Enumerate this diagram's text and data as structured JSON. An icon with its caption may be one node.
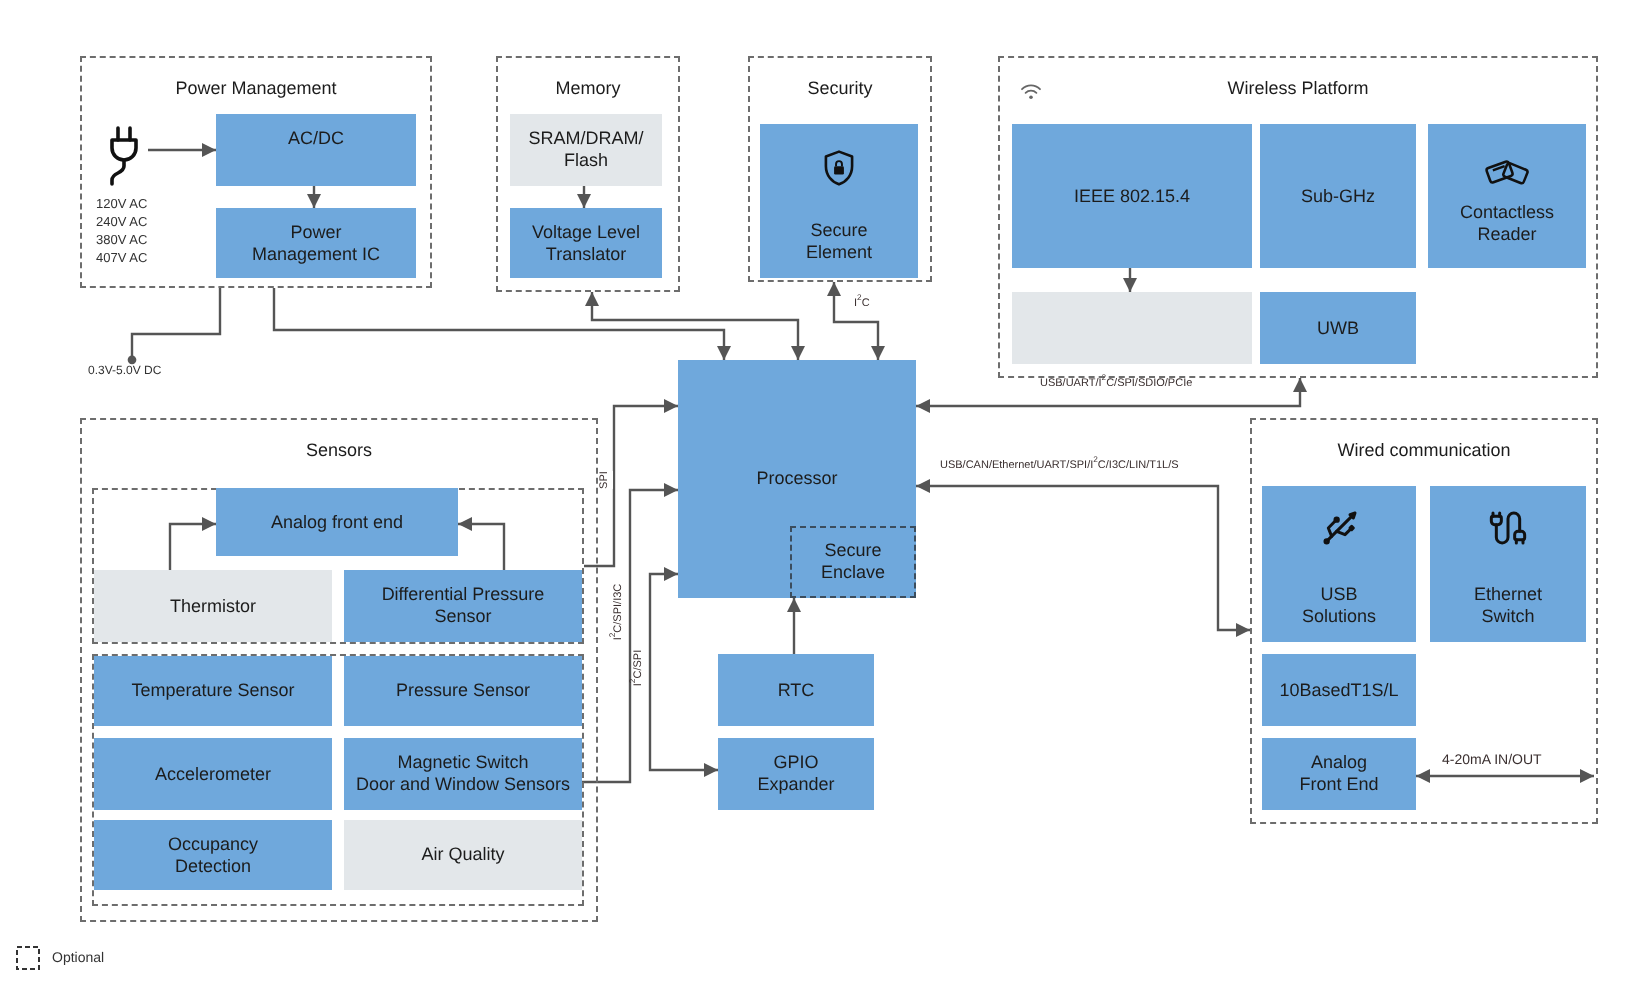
{
  "diagram": {
    "nodes": [
      {
        "text": [
          "Power Management"
        ]
      },
      {
        "text": [],
        "shape": "picture",
        "in": 0,
        "beside": [
          "120V AC",
          "240V AC",
          "380V AC",
          "407V AC"
        ]
      },
      {
        "text": [
          "AC/DC"
        ],
        "in": 0
      },
      {
        "text": [
          "Power Management IC"
        ],
        "in": 0
      },
      {
        "text": [
          "Memory"
        ]
      },
      {
        "text": [
          "SRAM/DRAM/ Flash"
        ],
        "in": 4
      },
      {
        "text": [
          "Voltage Level Translator"
        ],
        "in": 4
      },
      {
        "text": [
          "Security"
        ]
      },
      {
        "text": [
          "Secure Element"
        ],
        "in": 7
      },
      {
        "text": [
          "Wireless Platform"
        ]
      },
      {
        "text": [
          "IEEE 802.15.4"
        ],
        "in": 9
      },
      {
        "text": [
          "Sub-GHz"
        ],
        "in": 9
      },
      {
        "text": [
          "Contactless Reader"
        ],
        "in": 9
      },
      {
        "text": [],
        "shape": "box",
        "in": 9
      },
      {
        "text": [
          "UWB"
        ],
        "in": 9
      },
      {
        "text": [
          "0.3V-5.0V DC"
        ]
      },
      {
        "text": [
          "Processor"
        ]
      },
      {
        "text": [
          "Secure Enclave"
        ],
        "in": 16
      },
      {
        "text": [
          "Sensors"
        ]
      },
      {
        "text": [],
        "shape": "box",
        "in": 18
      },
      {
        "text": [
          "Analog front end"
        ],
        "in": 19
      },
      {
        "text": [
          "Thermistor"
        ],
        "in": 19
      },
      {
        "text": [
          "Differential Pressure Sensor"
        ],
        "in": 19
      },
      {
        "text": [],
        "shape": "box",
        "in": 18
      },
      {
        "text": [
          "Temperature Sensor"
        ],
        "in": 23
      },
      {
        "text": [
          "Pressure Sensor"
        ],
        "in": 23
      },
      {
        "text": [
          "Accelerometer"
        ],
        "in": 23
      },
      {
        "text": [
          "Magnetic Switch Door and Window Sensors"
        ],
        "in": 23
      },
      {
        "text": [
          "Occupancy Detection"
        ],
        "in": 23
      },
      {
        "text": [
          "Air Quality"
        ],
        "in": 23
      },
      {
        "text": [
          "Wired communication"
        ]
      },
      {
        "text": [
          "USB Solutions"
        ],
        "in": 30
      },
      {
        "text": [
          "Ethernet Switch"
        ],
        "in": 30
      },
      {
        "text": [
          "10BasedT1S/L"
        ],
        "in": 30
      },
      {
        "text": [
          "Analog Front End"
        ],
        "in": 30
      },
      {
        "text": [
          "RTC"
        ]
      },
      {
        "text": [
          "GPIO Expander"
        ]
      }
    ],
    "edges": [
      {
        "from": 1,
        "to": 2,
        "arrow": "to"
      },
      {
        "from": 2,
        "to": 3,
        "arrow": "to"
      },
      {
        "from": 0,
        "to": 16,
        "arrow": "to"
      },
      {
        "from": 0,
        "to": 15,
        "arrow": "other"
      },
      {
        "from": 16,
        "to": 4,
        "arrow": "both"
      },
      {
        "from": 16,
        "to": 7,
        "arrow": "both",
        "label": "I$^{2}$C"
      },
      {
        "from": 16,
        "to": 9,
        "arrow": "both",
        "label": "USB/UART/I$^{2}$C/SPI/SDIO/PCIe"
      },
      {
        "from": 16,
        "to": 30,
        "arrow": "both",
        "label": "USB/CAN/Ethernet/UART/SPI/I$^{2}$C/I3C/LIN/T1L/S"
      },
      {
        "from": 5,
        "to": 6,
        "arrow": "to"
      },
      {
        "from": 10,
        "to": 13,
        "arrow": "to"
      },
      {
        "from": 35,
        "to": 17,
        "arrow": "to"
      },
      {
        "from": 21,
        "to": 20,
        "arrow": "to"
      },
      {
        "from": 22,
        "to": 20,
        "arrow": "to"
      },
      {
        "from": 19,
        "to": 16,
        "arrow": "to",
        "label": "SPI"
      },
      {
        "from": 27,
        "to": 16,
        "arrow": "to",
        "label": "I$^{2}$C/SPI/I3C"
      },
      {
        "from": 16,
        "to": 36,
        "arrow": "both",
        "label": "I$^{2}$C/SPI"
      },
      {
        "from": 34,
        "to": null,
        "arrow": "both",
        "label": "4-20mA IN/OUT"
      }
    ],
    "legend": [
      {
        "text": "Optional"
      }
    ]
  }
}
